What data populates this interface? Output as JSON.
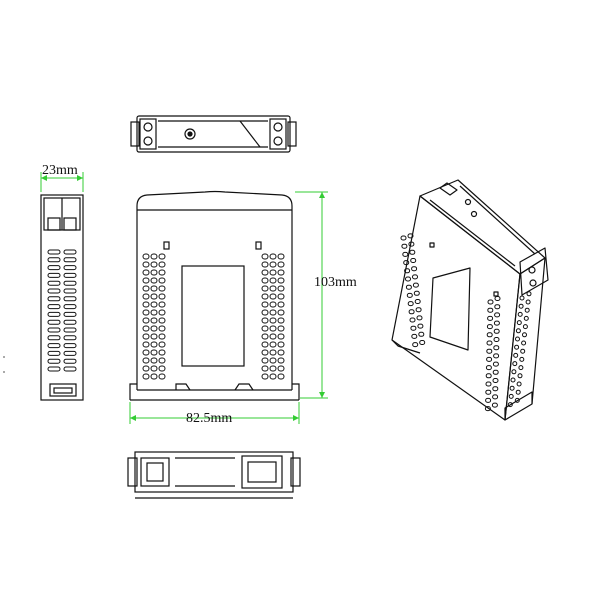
{
  "dimensions": {
    "width_label": "23mm",
    "height_label": "103mm",
    "length_label": "82.5mm"
  },
  "colors": {
    "outline": "#111111",
    "dimension_line": "#33cc33",
    "background": "#ffffff"
  },
  "views": {
    "top": "top-view",
    "side": "side-view",
    "front": "front-view",
    "bottom": "bottom-view",
    "iso": "isometric-view"
  }
}
